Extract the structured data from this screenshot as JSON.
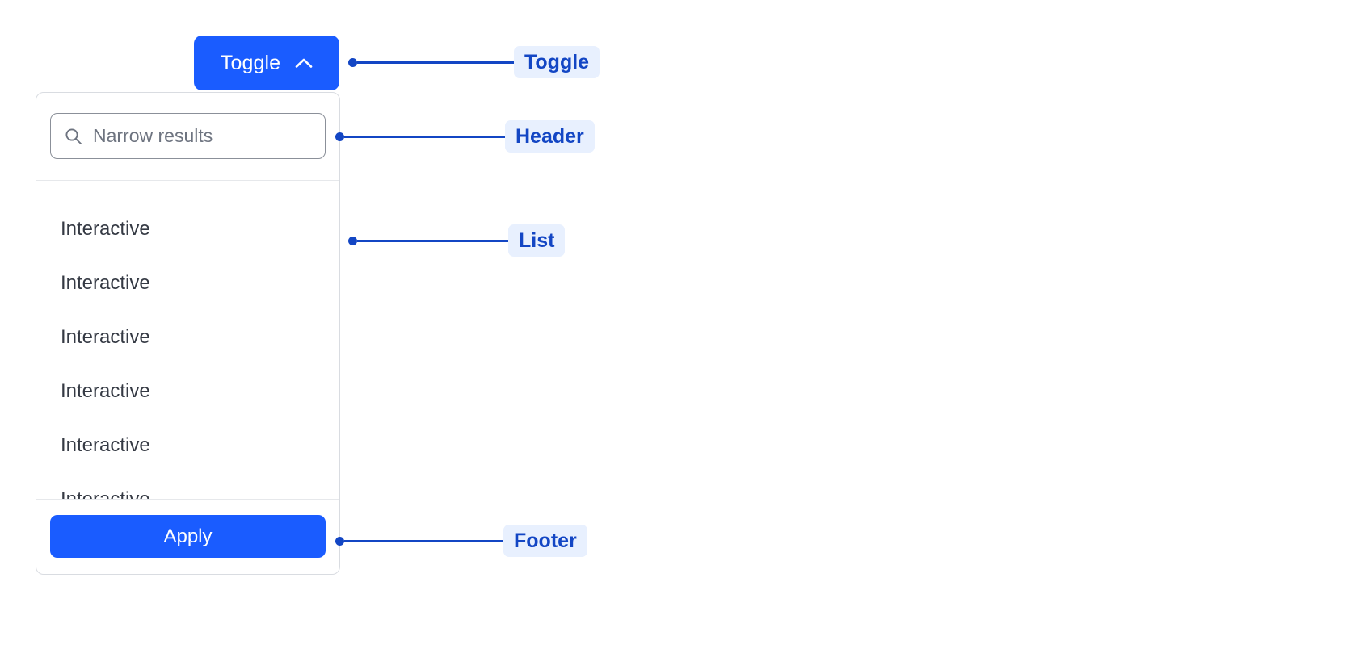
{
  "toggle": {
    "label": "Toggle",
    "icon": "chevron-up-icon",
    "expanded": true,
    "background_color": "#1A5CFF",
    "text_color": "#FFFFFF"
  },
  "panel": {
    "header": {
      "search": {
        "icon": "search-icon",
        "placeholder": "Narrow results",
        "value": ""
      }
    },
    "list": {
      "items": [
        {
          "label": "Interactive"
        },
        {
          "label": "Interactive"
        },
        {
          "label": "Interactive"
        },
        {
          "label": "Interactive"
        },
        {
          "label": "Interactive"
        },
        {
          "label": "Interactive"
        }
      ]
    },
    "footer": {
      "apply_label": "Apply",
      "apply_background_color": "#1A5CFF"
    },
    "border_color": "#D9DCE1",
    "background_color": "#FFFFFF"
  },
  "annotations": {
    "accent_color": "#1346C4",
    "badge_background_color": "#E8F0FE",
    "items": [
      {
        "label": "Toggle"
      },
      {
        "label": "Header"
      },
      {
        "label": "List"
      },
      {
        "label": "Footer"
      }
    ]
  }
}
